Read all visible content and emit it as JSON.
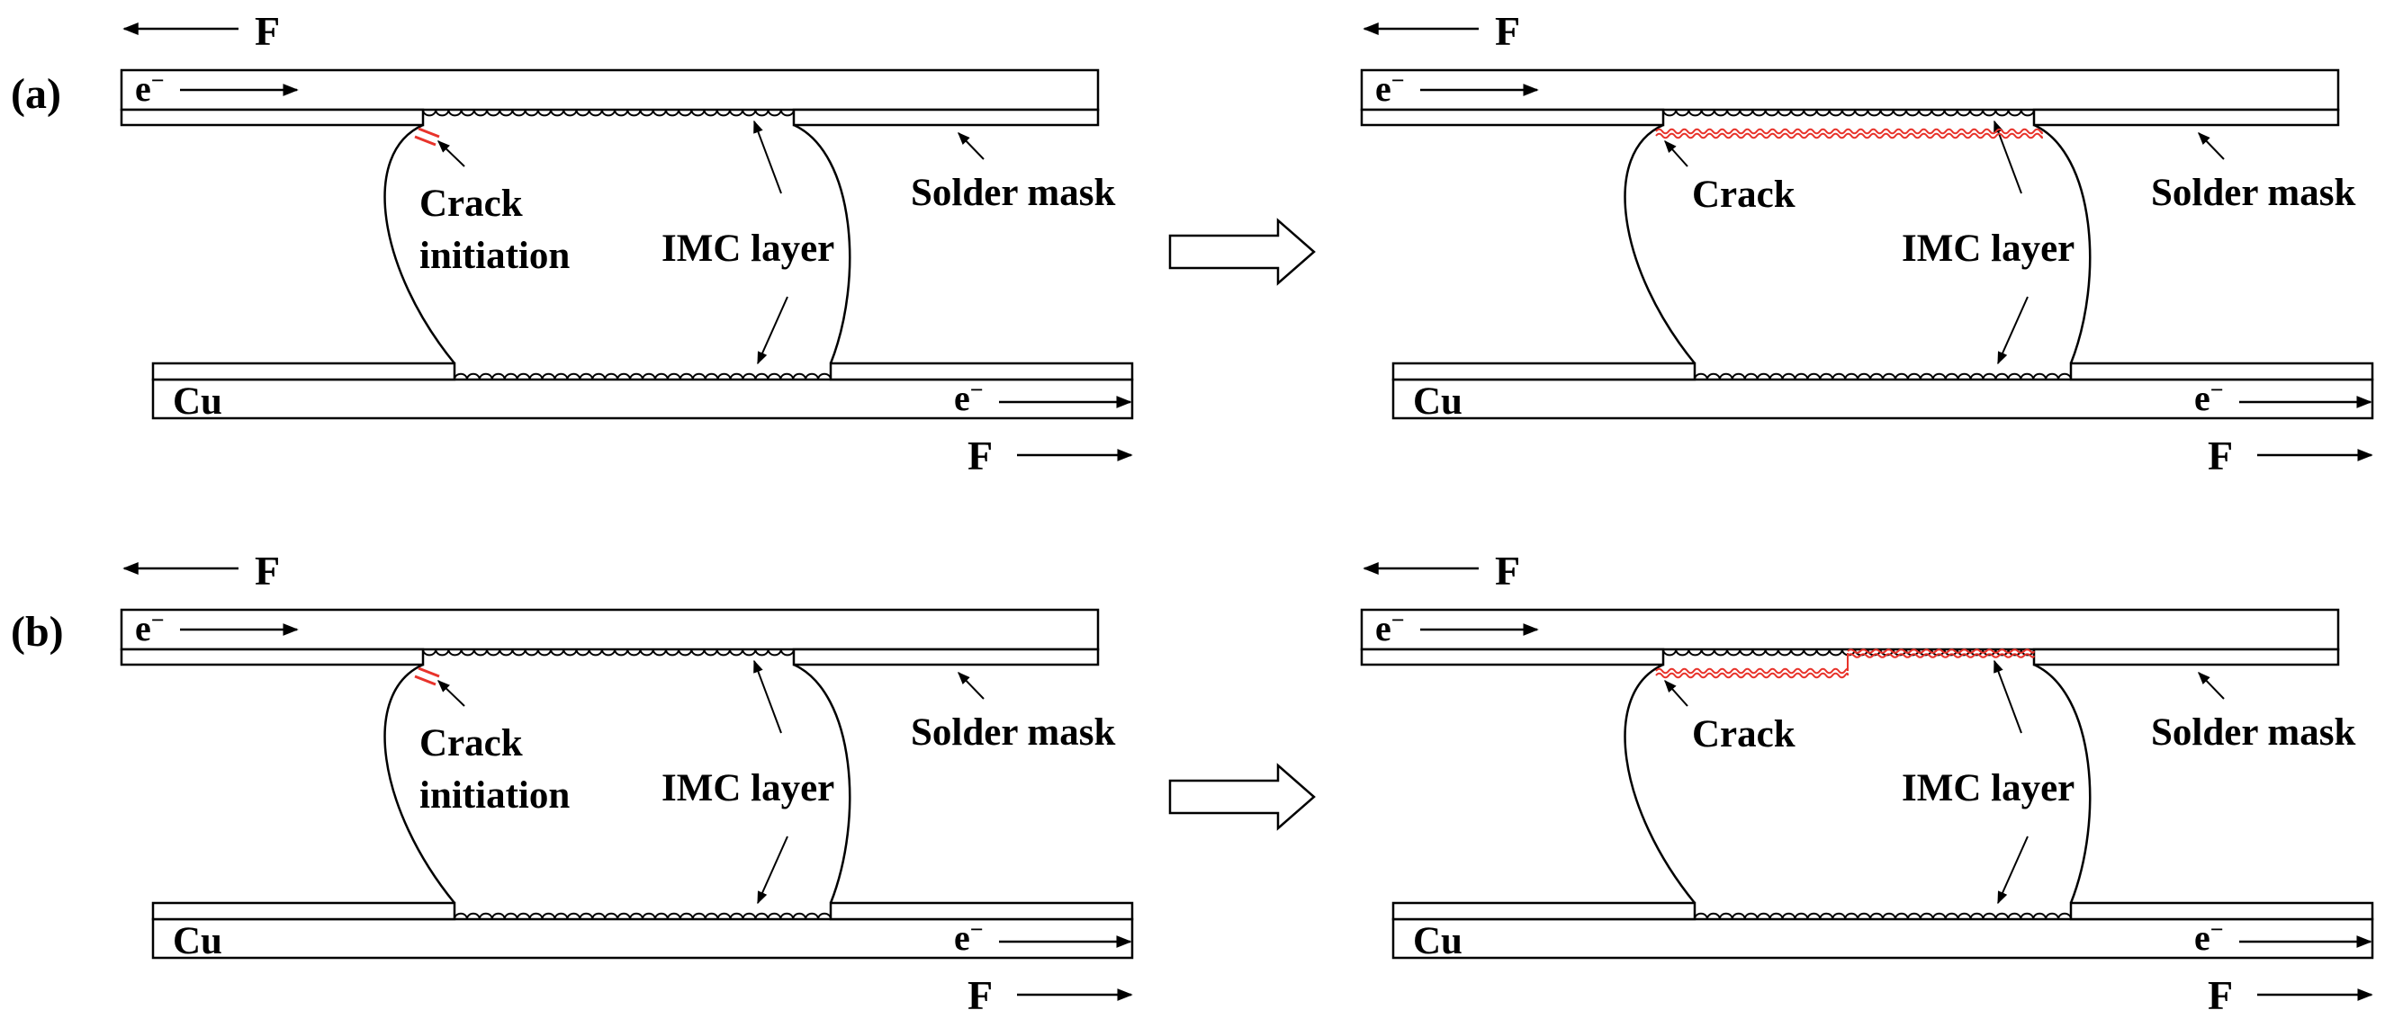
{
  "row_labels": [
    "(a)",
    "(b)"
  ],
  "force_label": "F",
  "electron_label": "e",
  "electron_superscript": "−",
  "substrate_label": "Cu",
  "solder_mask_label": "Solder mask",
  "imc_label": "IMC layer",
  "crack_label": "Crack",
  "crack_initiation_label_line1": "Crack",
  "crack_initiation_label_line2": "initiation",
  "colors": {
    "line": "#000000",
    "crack": "#e8332b",
    "background": "#ffffff"
  },
  "icons": {
    "process_arrow": "hollow-right-arrow-icon",
    "direction_arrow": "arrow-icon"
  },
  "panels": [
    {
      "id": "a-before",
      "row": "a",
      "stage": "initiation"
    },
    {
      "id": "a-after",
      "row": "a",
      "stage": "crack",
      "crack_path": "full-top-interface"
    },
    {
      "id": "b-before",
      "row": "b",
      "stage": "initiation"
    },
    {
      "id": "b-after",
      "row": "b",
      "stage": "crack",
      "crack_path": "stepped-top-interface"
    }
  ]
}
